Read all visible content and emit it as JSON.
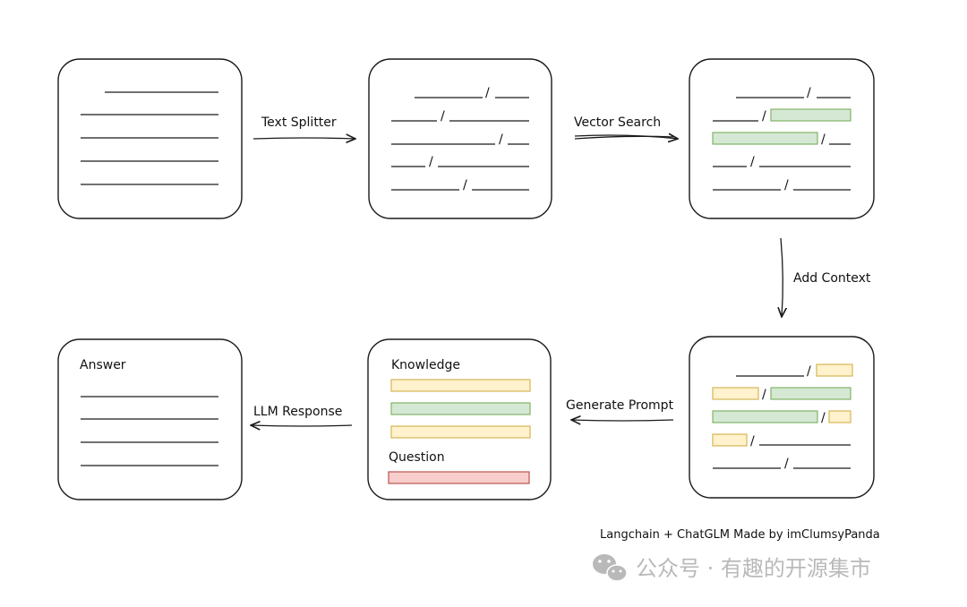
{
  "steps": {
    "text_splitter": "Text Splitter",
    "vector_search": "Vector Search",
    "add_context": "Add Context",
    "generate_prompt": "Generate Prompt",
    "llm_response": "LLM Response"
  },
  "prompt_box": {
    "knowledge_label": "Knowledge",
    "question_label": "Question"
  },
  "answer_box": {
    "answer_label": "Answer"
  },
  "separator": "/",
  "credit": "Langchain + ChatGLM Made by imClumsyPanda",
  "watermark": {
    "icon": "wechat-icon",
    "text": "公众号 · 有趣的开源集市"
  },
  "colors": {
    "highlight_green": "#d5e8d4",
    "highlight_yellow": "#fff2cc",
    "highlight_red": "#f8cecc"
  }
}
